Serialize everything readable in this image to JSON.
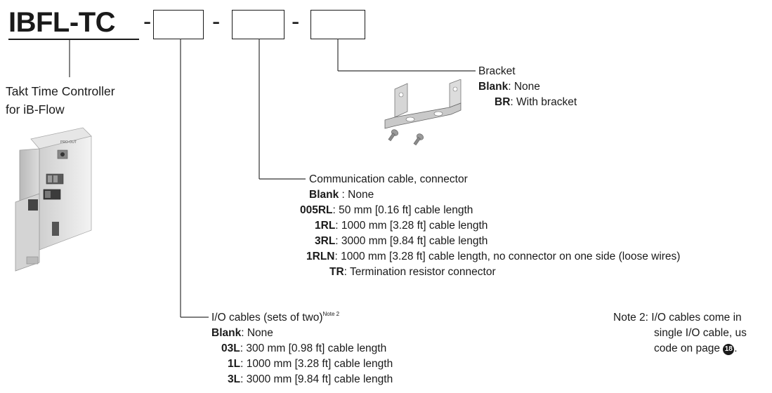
{
  "model": "IBFL-TC",
  "dash": "-",
  "product": {
    "line1": "Takt Time Controller",
    "line2": "for iB-Flow"
  },
  "bracket": {
    "title": "Bracket",
    "options": [
      {
        "code": "Blank",
        "desc": ": None"
      },
      {
        "code": "BR",
        "desc": ": With bracket"
      }
    ]
  },
  "comm": {
    "title": "Communication cable, connector",
    "options": [
      {
        "code": "Blank",
        "desc": " : None"
      },
      {
        "code": "005RL",
        "desc": ": 50 mm [0.16 ft] cable length"
      },
      {
        "code": "1RL",
        "desc": ": 1000 mm [3.28 ft] cable length"
      },
      {
        "code": "3RL",
        "desc": ": 3000 mm [9.84 ft] cable length"
      },
      {
        "code": "1RLN",
        "desc": ": 1000 mm [3.28 ft] cable length, no connector on one side (loose wires)"
      },
      {
        "code": "TR",
        "desc": ": Termination resistor connector"
      }
    ]
  },
  "io": {
    "title": "I/O cables (sets of two)",
    "note_ref": "Note 2",
    "options": [
      {
        "code": "Blank",
        "desc": ": None"
      },
      {
        "code": "03L",
        "desc": ": 300 mm [0.98 ft] cable length"
      },
      {
        "code": "1L",
        "desc": ": 1000 mm [3.28 ft] cable length"
      },
      {
        "code": "3L",
        "desc": ": 3000 mm [9.84 ft] cable length"
      }
    ]
  },
  "note2": {
    "label": "Note 2:",
    "line1": "I/O cables come in",
    "line2": "single I/O cable, us",
    "line3": "code on page",
    "page_ref": "18",
    "end": "."
  }
}
